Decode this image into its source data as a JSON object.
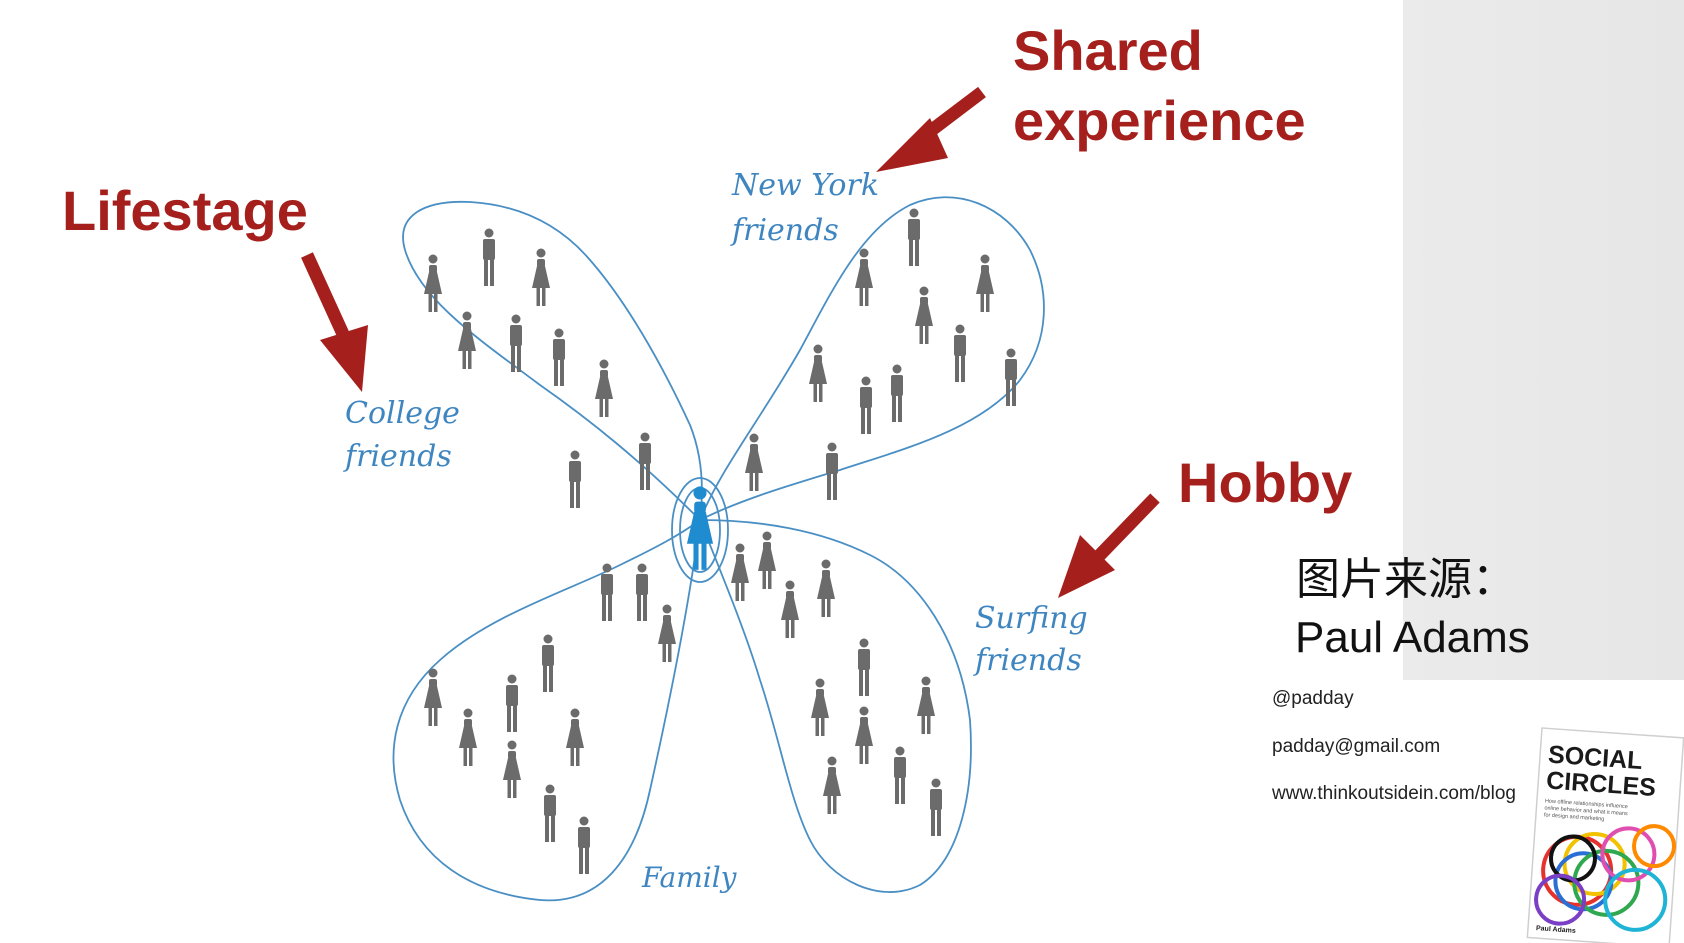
{
  "callouts": {
    "lifestage": "Lifestage",
    "shared_line1": "Shared",
    "shared_line2": "experience",
    "hobby": "Hobby"
  },
  "circle_labels": {
    "college_line1": "College",
    "college_line2": "friends",
    "newyork_line1": "New York",
    "newyork_line2": "friends",
    "surfing_line1": "Surfing",
    "surfing_line2": "friends",
    "family": "Family"
  },
  "credit": {
    "title": "图片来源：",
    "name": "Paul Adams",
    "twitter": "@padday",
    "email": "padday@gmail.com",
    "blog": "www.thinkoutsidein.com/blog"
  },
  "book": {
    "title_line1": "SOCIAL",
    "title_line2": "CIRCLES",
    "subtitle_line1": "How offline relationships influence",
    "subtitle_line2": "online behavior and what it means",
    "subtitle_line3": "for design and marketing",
    "author": "Paul Adams"
  },
  "colors": {
    "callout": "#a5201c",
    "circle_line": "#4a8fc4",
    "person": "#6b6b6b",
    "me": "#1f8ccf"
  },
  "icons": [
    "arrow",
    "person-male",
    "person-female",
    "circle-outline"
  ]
}
